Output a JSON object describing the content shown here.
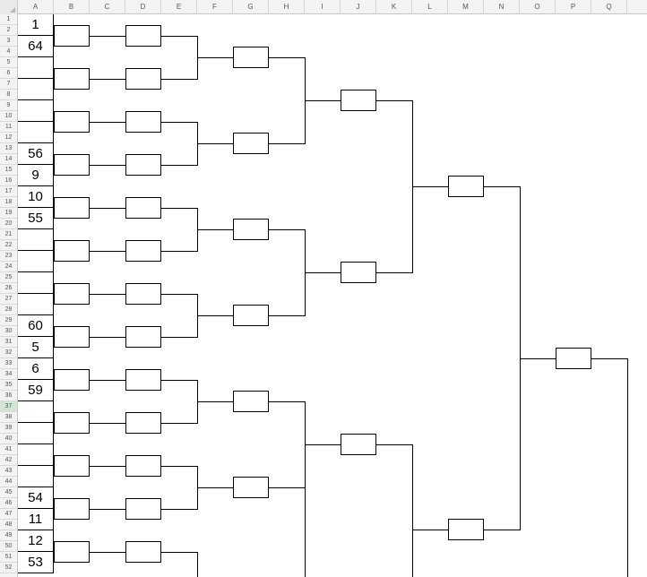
{
  "columns": [
    "A",
    "B",
    "C",
    "D",
    "E",
    "F",
    "G",
    "H",
    "I",
    "J",
    "K",
    "L",
    "M",
    "N",
    "O",
    "P",
    "Q"
  ],
  "rows": [
    "1",
    "2",
    "3",
    "4",
    "5",
    "6",
    "7",
    "8",
    "9",
    "10",
    "11",
    "12",
    "13",
    "14",
    "15",
    "16",
    "17",
    "18",
    "19",
    "20",
    "21",
    "22",
    "23",
    "24",
    "25",
    "26",
    "27",
    "28",
    "29",
    "30",
    "31",
    "32",
    "33",
    "34",
    "35",
    "36",
    "37",
    "38",
    "39",
    "40",
    "41",
    "42",
    "43",
    "44",
    "45",
    "46",
    "47",
    "48",
    "49",
    "50",
    "51",
    "52"
  ],
  "selected_row": "37",
  "seeds": [
    "1",
    "64",
    "",
    "",
    "",
    "",
    "56",
    "9",
    "10",
    "55",
    "",
    "",
    "",
    "",
    "60",
    "5",
    "6",
    "59",
    "",
    "",
    "",
    "",
    "54",
    "11",
    "12",
    "53"
  ]
}
